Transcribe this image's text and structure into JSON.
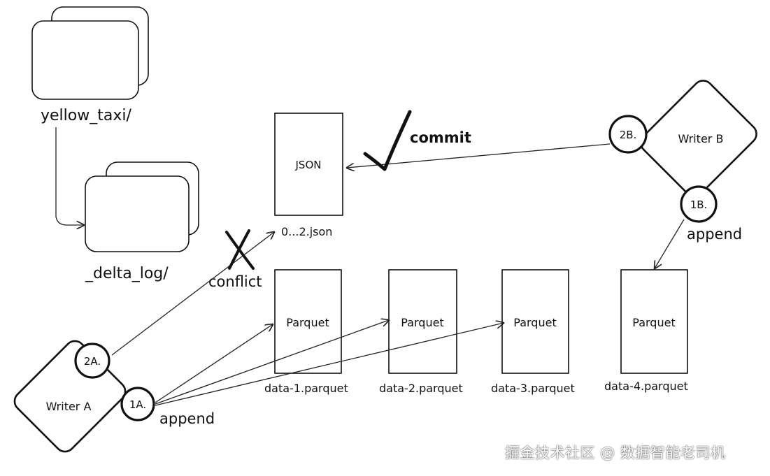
{
  "folders": {
    "table": "yellow_taxi/",
    "log": "_delta_log/"
  },
  "log_file": {
    "box_label": "JSON",
    "filename": "0...2.json"
  },
  "data_files": [
    {
      "box_label": "Parquet",
      "filename": "data-1.parquet"
    },
    {
      "box_label": "Parquet",
      "filename": "data-2.parquet"
    },
    {
      "box_label": "Parquet",
      "filename": "data-3.parquet"
    },
    {
      "box_label": "Parquet",
      "filename": "data-4.parquet"
    }
  ],
  "writers": {
    "a": {
      "name": "Writer A",
      "step_append": "1A.",
      "step_commit": "2A."
    },
    "b": {
      "name": "Writer B",
      "step_append": "1B.",
      "step_commit": "2B."
    }
  },
  "annotations": {
    "append_a": "append",
    "append_b": "append",
    "commit": "commit",
    "conflict": "conflict"
  },
  "watermark": "掘金技术社区 @ 数据智能老司机"
}
